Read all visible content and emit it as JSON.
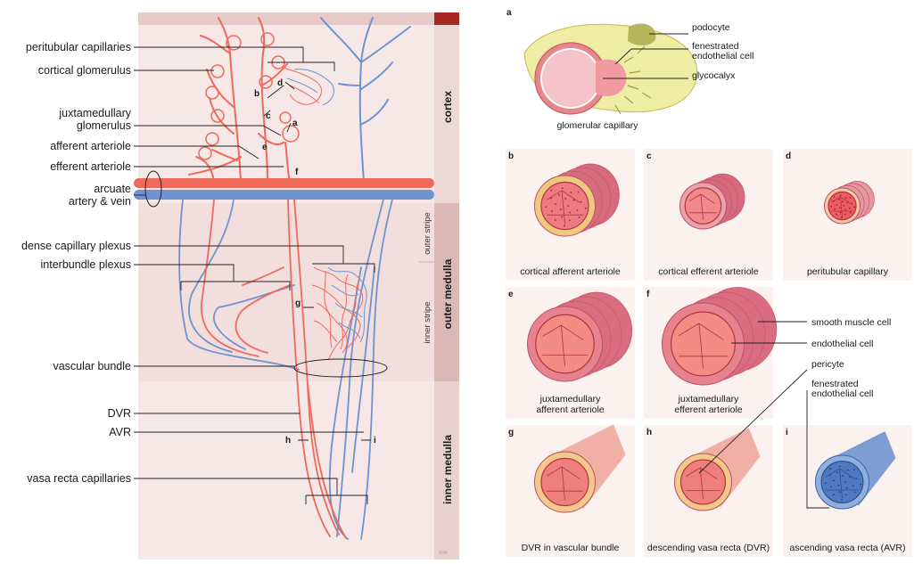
{
  "labels": {
    "peritubular_capillaries": "peritubular capillaries",
    "cortical_glomerulus": "cortical glomerulus",
    "juxtamedullary_glomerulus_1": "juxtamedullary",
    "juxtamedullary_glomerulus_2": "glomerulus",
    "afferent_arteriole": "afferent arteriole",
    "efferent_arteriole": "efferent arteriole",
    "arcuate_1": "arcuate",
    "arcuate_2": "artery & vein",
    "dense_capillary_plexus": "dense capillary plexus",
    "interbundle_plexus": "interbundle plexus",
    "vascular_bundle": "vascular bundle",
    "dvr": "DVR",
    "avr": "AVR",
    "vasa_recta_capillaries": "vasa recta capillaries"
  },
  "zones": {
    "cortex": "cortex",
    "outer_medulla": "outer medulla",
    "inner_medulla": "inner medulla",
    "outer_stripe": "outer stripe",
    "inner_stripe": "inner stripe"
  },
  "map_letters": [
    "a",
    "b",
    "c",
    "d",
    "e",
    "f",
    "g",
    "h",
    "i"
  ],
  "panel_a": {
    "letter": "a",
    "caption": "glomerular capillary",
    "callouts": {
      "podocyte": "podocyte",
      "fenestrated_1": "fenestrated",
      "fenestrated_2": "endothelial cell",
      "glycocalyx": "glycocalyx"
    }
  },
  "panels": [
    {
      "letter": "b",
      "caption_1": "cortical afferent arteriole",
      "caption_2": ""
    },
    {
      "letter": "c",
      "caption_1": "cortical efferent arteriole",
      "caption_2": ""
    },
    {
      "letter": "d",
      "caption_1": "peritubular capillary",
      "caption_2": ""
    },
    {
      "letter": "e",
      "caption_1": "juxtamedullary",
      "caption_2": "afferent arteriole"
    },
    {
      "letter": "f",
      "caption_1": "juxtamedullary",
      "caption_2": "efferent arteriole"
    },
    {
      "letter": "g",
      "caption_1": "DVR in vascular bundle",
      "caption_2": ""
    },
    {
      "letter": "h",
      "caption_1": "descending vasa recta (DVR)",
      "caption_2": ""
    },
    {
      "letter": "i",
      "caption_1": "ascending vasa recta (AVR)",
      "caption_2": ""
    }
  ],
  "callouts_right": {
    "smooth_muscle_cell": "smooth muscle cell",
    "endothelial_cell": "endothelial cell",
    "pericyte": "pericyte",
    "fenestrated_1": "fenestrated",
    "fenestrated_2": "endothelial cell"
  },
  "colors": {
    "artery": "#ee6a5c",
    "vein": "#6f93cf",
    "cortex_band": "#e9d3d1",
    "outer_medulla_band": "#d8b5b3",
    "inner_medulla_band": "#e6cfcd",
    "top_band": "#a62a21",
    "podocyte": "#eeea96"
  }
}
